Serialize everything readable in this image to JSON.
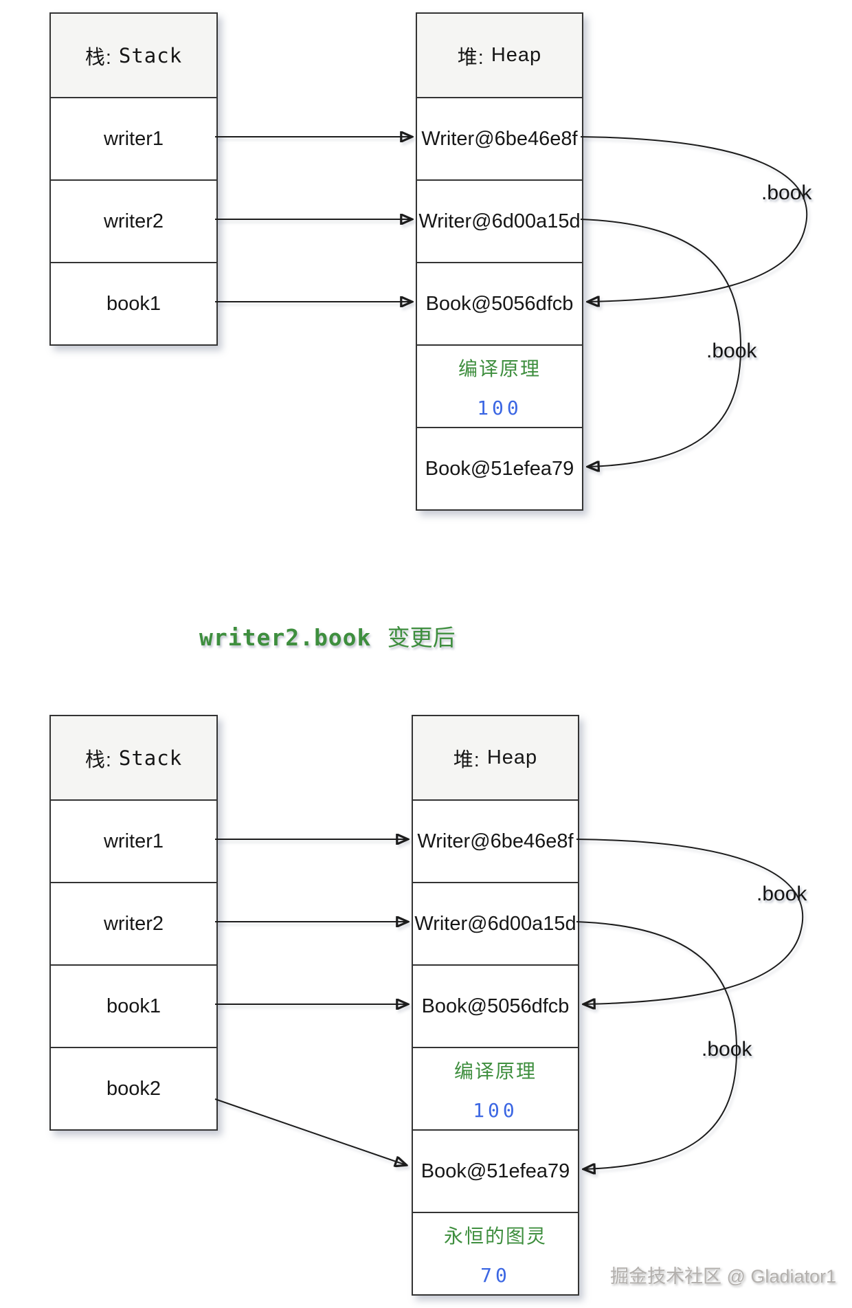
{
  "colors": {
    "line": "#1c1c1c",
    "box_border": "#333333",
    "header_bg": "#f5f5f3",
    "field_title_green": "#3e8e3e",
    "field_value_blue": "#3c67e3",
    "caption_green": "#3e8e3e",
    "watermark_gray": "#b3b0ad"
  },
  "top": {
    "stack": {
      "header_zh": "栈:",
      "header_en": "Stack",
      "rows": [
        "writer1",
        "writer2",
        "book1"
      ]
    },
    "heap": {
      "header_zh": "堆:",
      "header_en": "Heap",
      "ref1": "Writer@6be46e8f",
      "ref2": "Writer@6d00a15d",
      "ref3": "Book@5056dfcb",
      "fields1": {
        "title": "编译原理",
        "value": "100"
      },
      "ref4": "Book@51efea79"
    },
    "edge_labels": {
      "ref1": ".book",
      "ref2": ".book"
    }
  },
  "caption": {
    "code": "writer2.book",
    "suffix": "变更后"
  },
  "bottom": {
    "stack": {
      "header_zh": "栈:",
      "header_en": "Stack",
      "rows": [
        "writer1",
        "writer2",
        "book1",
        "book2"
      ]
    },
    "heap": {
      "header_zh": "堆:",
      "header_en": "Heap",
      "ref1": "Writer@6be46e8f",
      "ref2": "Writer@6d00a15d",
      "ref3": "Book@5056dfcb",
      "fields1": {
        "title": "编译原理",
        "value": "100"
      },
      "ref4": "Book@51efea79",
      "fields2": {
        "title": "永恒的图灵",
        "value": "70"
      }
    },
    "edge_labels": {
      "ref1": ".book",
      "ref2": ".book"
    }
  },
  "watermark": "掘金技术社区 @ Gladiator1"
}
